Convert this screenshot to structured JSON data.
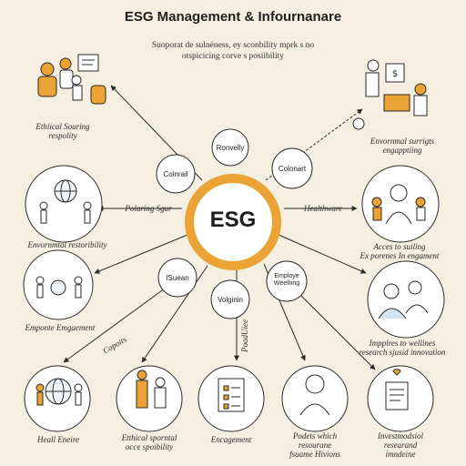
{
  "title": "ESG Management & Infournanare",
  "subtitle": [
    "Suoporat de sulnéness, ey sconbility mprk s no",
    "otspicicing corve s posiibility"
  ],
  "center": "ESG",
  "nodes": {
    "top": "Ronvelly",
    "upper_left": "Colnrail",
    "upper_right": "Colonart",
    "lower_left": "ISuean",
    "lower_mid": "Volginin",
    "lower_right": [
      "Employe",
      "Weelliing"
    ]
  },
  "arrow_labels": {
    "left": "Polaring Sgur",
    "right": "Healthware",
    "lower_left": "Copoits",
    "lower_mid": "PoadUiee"
  },
  "captions": {
    "tl": [
      "Ethiical Souring",
      "respolity"
    ],
    "tr": [
      "Envornmal surrigts",
      "engapptiing"
    ],
    "ml": "Envornmtal restoribility",
    "mr": [
      "Acces to suiling",
      "Ex porenes In engament"
    ],
    "ll": "Emponte Emgaement",
    "lr": [
      "Impplres to wellines",
      "research sjusid innovation"
    ],
    "b1": "Heall Eneire",
    "b2": [
      "Etthical sporntal",
      "occe spoibility"
    ],
    "b3": "Encagement",
    "b4": [
      "Podets which",
      "resourane",
      "fsuame Hivions"
    ],
    "b5": [
      "Investmodsiol",
      "researand",
      "imndeine"
    ]
  },
  "colors": {
    "background": "#f4efe1",
    "accent": "#eaa334",
    "line": "#2a2a2a",
    "panel": "#ffffff"
  },
  "icons": [
    "team-icon",
    "money-icon",
    "globe-icon",
    "family-icon",
    "handshake-icon",
    "care-icon",
    "chart-icon",
    "checklist-icon",
    "person-icon",
    "clipboard-icon"
  ]
}
